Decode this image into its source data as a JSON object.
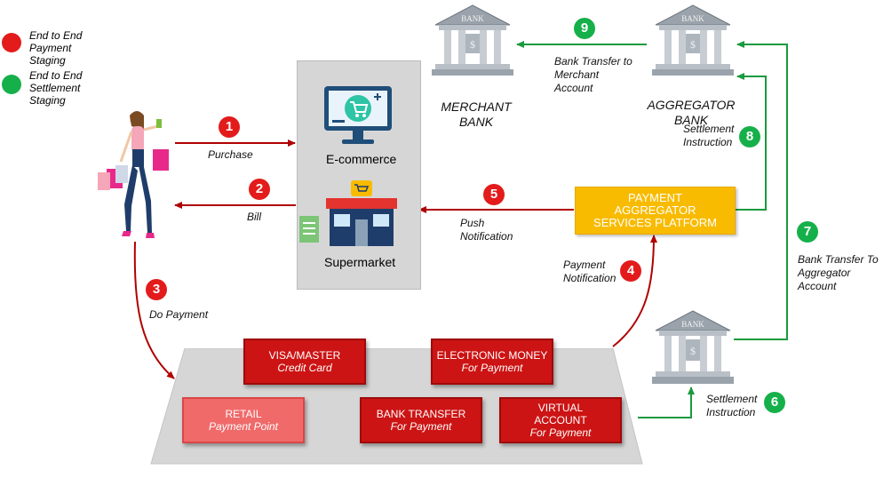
{
  "legend": [
    {
      "text": "End to End Payment Staging",
      "color": "#e31b1b"
    },
    {
      "text": "End to End Settlement Staging",
      "color": "#16b04a"
    }
  ],
  "merchant": {
    "ecommerce_label": "E-commerce",
    "supermarket_label": "Supermarket"
  },
  "banks": {
    "merchant_bank": "MERCHANT BANK",
    "aggregator_bank": "AGGREGATOR BANK",
    "bank_icon_text": "BANK"
  },
  "pasp": {
    "label": "PAYMENT AGGREGATOR SERVICES PLATFORM"
  },
  "steps": [
    {
      "number": "1",
      "label": "Purchase"
    },
    {
      "number": "2",
      "label": "Bill"
    },
    {
      "number": "3",
      "label": "Do Payment"
    },
    {
      "number": "4",
      "label": "Payment Notification"
    },
    {
      "number": "5",
      "label": "Push Notification"
    },
    {
      "number": "6",
      "label": "Settlement Instruction"
    },
    {
      "number": "7",
      "label": "Bank Transfer To Aggregator Account"
    },
    {
      "number": "8",
      "label": "Settlement Instruction"
    },
    {
      "number": "9",
      "label": "Bank Transfer to Merchant Account"
    }
  ],
  "payment_methods": [
    {
      "title": "VISA/MASTER",
      "subtitle": "Credit Card"
    },
    {
      "title": "ELECTRONIC MONEY",
      "subtitle": "For Payment"
    },
    {
      "title": "RETAIL",
      "subtitle": "Payment Point"
    },
    {
      "title": "BANK TRANSFER",
      "subtitle": "For Payment"
    },
    {
      "title": "VIRTUAL ACCOUNT",
      "subtitle": "For Payment"
    }
  ],
  "colors": {
    "payment": "#e31b1b",
    "settlement": "#16b04a",
    "arrow_red": "#b00000",
    "arrow_green": "#1a9a3e",
    "platform": "#f8bb00"
  }
}
